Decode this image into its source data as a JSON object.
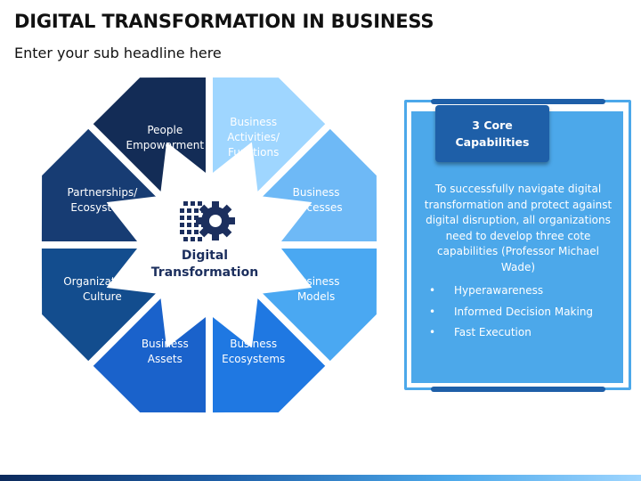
{
  "title": "DIGITAL TRANSFORMATION IN BUSINESS",
  "subtitle": "Enter your sub headline here",
  "center": {
    "label": "Digital\nTransformation",
    "icon": "gear-chip-icon"
  },
  "segments": [
    {
      "label": "People\nEmpowerment",
      "color": "#132c56"
    },
    {
      "label": "Business\nActivities/\nFunctions",
      "color": "#9fd6ff"
    },
    {
      "label": "Business\nProcesses",
      "color": "#6eb9f6"
    },
    {
      "label": "Business\nModels",
      "color": "#4aa8f2"
    },
    {
      "label": "Business\nEcosystems",
      "color": "#1f78e2"
    },
    {
      "label": "Business\nAssets",
      "color": "#1a62cb"
    },
    {
      "label": "Organizational\nCulture",
      "color": "#134d8e"
    },
    {
      "label": "Partnerships/\nEcosystems",
      "color": "#173c73"
    }
  ],
  "panel": {
    "header": "3 Core\nCapabilities",
    "body": "To successfully navigate digital transformation and protect against digital disruption, all organizations need to develop three cote capabilities (Professor Michael Wade)",
    "bullets": [
      "Hyperawareness",
      "Informed Decision Making",
      "Fast Execution"
    ],
    "bullet_symbol": "•",
    "colors": {
      "outline": "#4ca8ea",
      "fill": "#4ca8ea",
      "header": "#1e5fa8"
    }
  }
}
